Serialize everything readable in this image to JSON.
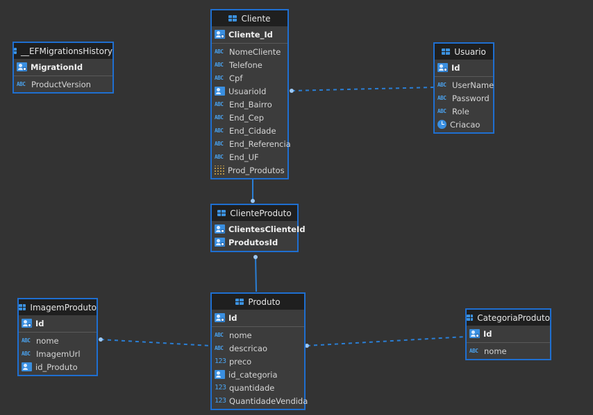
{
  "colors": {
    "background": "#333333",
    "entity_fill": "#3c3c3c",
    "entity_border": "#1f6fd1",
    "header_fill": "#1f1f1f",
    "link": "#2a7fd6"
  },
  "entities": {
    "migrations": {
      "title": "__EFMigrationsHistory",
      "pk": [
        {
          "name": "MigrationId",
          "icon": "key-icon"
        }
      ],
      "attrs": [
        {
          "name": "ProductVersion",
          "icon": "abc-icon"
        }
      ]
    },
    "cliente": {
      "title": "Cliente",
      "pk": [
        {
          "name": "Cliente_Id",
          "icon": "key-icon"
        }
      ],
      "attrs": [
        {
          "name": "NomeCliente",
          "icon": "abc-icon"
        },
        {
          "name": "Telefone",
          "icon": "abc-icon"
        },
        {
          "name": "Cpf",
          "icon": "abc-icon"
        },
        {
          "name": "UsuarioId",
          "icon": "foreign-key-icon"
        },
        {
          "name": "End_Bairro",
          "icon": "abc-icon"
        },
        {
          "name": "End_Cep",
          "icon": "abc-icon"
        },
        {
          "name": "End_Cidade",
          "icon": "abc-icon"
        },
        {
          "name": "End_Referencia",
          "icon": "abc-icon"
        },
        {
          "name": "End_UF",
          "icon": "abc-icon"
        },
        {
          "name": "Prod_Produtos",
          "icon": "collection-icon"
        }
      ]
    },
    "usuario": {
      "title": "Usuario",
      "pk": [
        {
          "name": "Id",
          "icon": "key-icon"
        }
      ],
      "attrs": [
        {
          "name": "UserName",
          "icon": "abc-icon"
        },
        {
          "name": "Password",
          "icon": "abc-icon"
        },
        {
          "name": "Role",
          "icon": "abc-icon"
        },
        {
          "name": "Criacao",
          "icon": "clock-icon"
        }
      ]
    },
    "clienteproduto": {
      "title": "ClienteProduto",
      "pk": [
        {
          "name": "ClientesClienteId",
          "icon": "key-icon"
        },
        {
          "name": "ProdutosId",
          "icon": "key-icon"
        }
      ],
      "attrs": []
    },
    "imagemproduto": {
      "title": "ImagemProduto",
      "pk": [
        {
          "name": "Id",
          "icon": "key-icon"
        }
      ],
      "attrs": [
        {
          "name": "nome",
          "icon": "abc-icon"
        },
        {
          "name": "ImagemUrl",
          "icon": "abc-icon"
        },
        {
          "name": "id_Produto",
          "icon": "foreign-key-icon"
        }
      ]
    },
    "produto": {
      "title": "Produto",
      "pk": [
        {
          "name": "Id",
          "icon": "key-icon"
        }
      ],
      "attrs": [
        {
          "name": "nome",
          "icon": "abc-icon"
        },
        {
          "name": "descricao",
          "icon": "abc-icon"
        },
        {
          "name": "preco",
          "icon": "number-icon"
        },
        {
          "name": "id_categoria",
          "icon": "foreign-key-icon"
        },
        {
          "name": "quantidade",
          "icon": "number-icon"
        },
        {
          "name": "QuantidadeVendida",
          "icon": "number-icon"
        }
      ]
    },
    "categoriaproduto": {
      "title": "CategoriaProduto",
      "pk": [
        {
          "name": "Id",
          "icon": "key-icon"
        }
      ],
      "attrs": [
        {
          "name": "nome",
          "icon": "abc-icon"
        }
      ]
    }
  },
  "icon_glyphs": {
    "abc": "ABC",
    "number": "123"
  }
}
